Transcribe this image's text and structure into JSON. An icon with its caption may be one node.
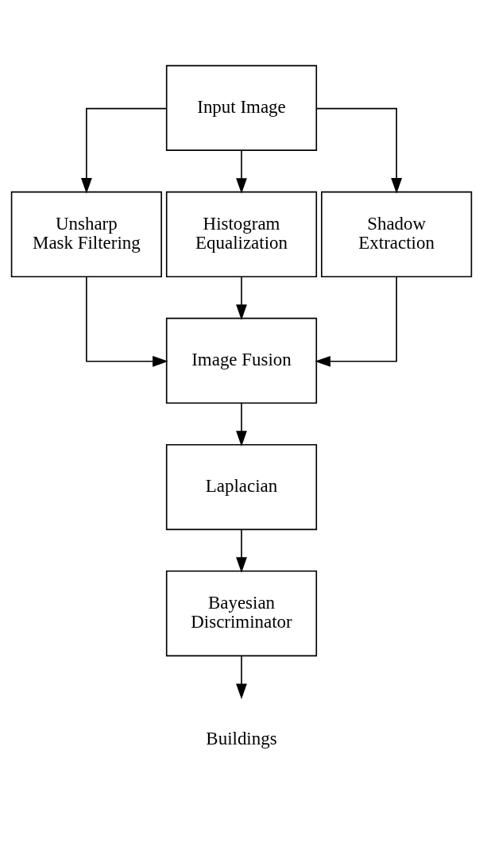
{
  "diagram": {
    "nodes": [
      {
        "text": [
          "Input Image"
        ]
      },
      {
        "text": [
          "Unsharp Mask Filtering"
        ]
      },
      {
        "text": [
          "Histogram Equalization"
        ]
      },
      {
        "text": [
          "Shadow Extraction"
        ]
      },
      {
        "text": [
          "Image Fusion"
        ]
      },
      {
        "text": [
          "Laplacian"
        ]
      },
      {
        "text": [
          "Bayesian Discriminator"
        ]
      },
      {
        "text": [
          "Buildings"
        ]
      }
    ],
    "edges": [
      {
        "from": 0,
        "to": 1,
        "arrow": "to"
      },
      {
        "from": 0,
        "to": 2,
        "arrow": "to"
      },
      {
        "from": 0,
        "to": 3,
        "arrow": "to"
      },
      {
        "from": 1,
        "to": 4,
        "arrow": "to"
      },
      {
        "from": 2,
        "to": 4,
        "arrow": "to"
      },
      {
        "from": 3,
        "to": 4,
        "arrow": "to"
      },
      {
        "from": 4,
        "to": 5,
        "arrow": "to"
      },
      {
        "from": 5,
        "to": 6,
        "arrow": "to"
      },
      {
        "from": 6,
        "to": 7,
        "arrow": "to"
      }
    ]
  }
}
